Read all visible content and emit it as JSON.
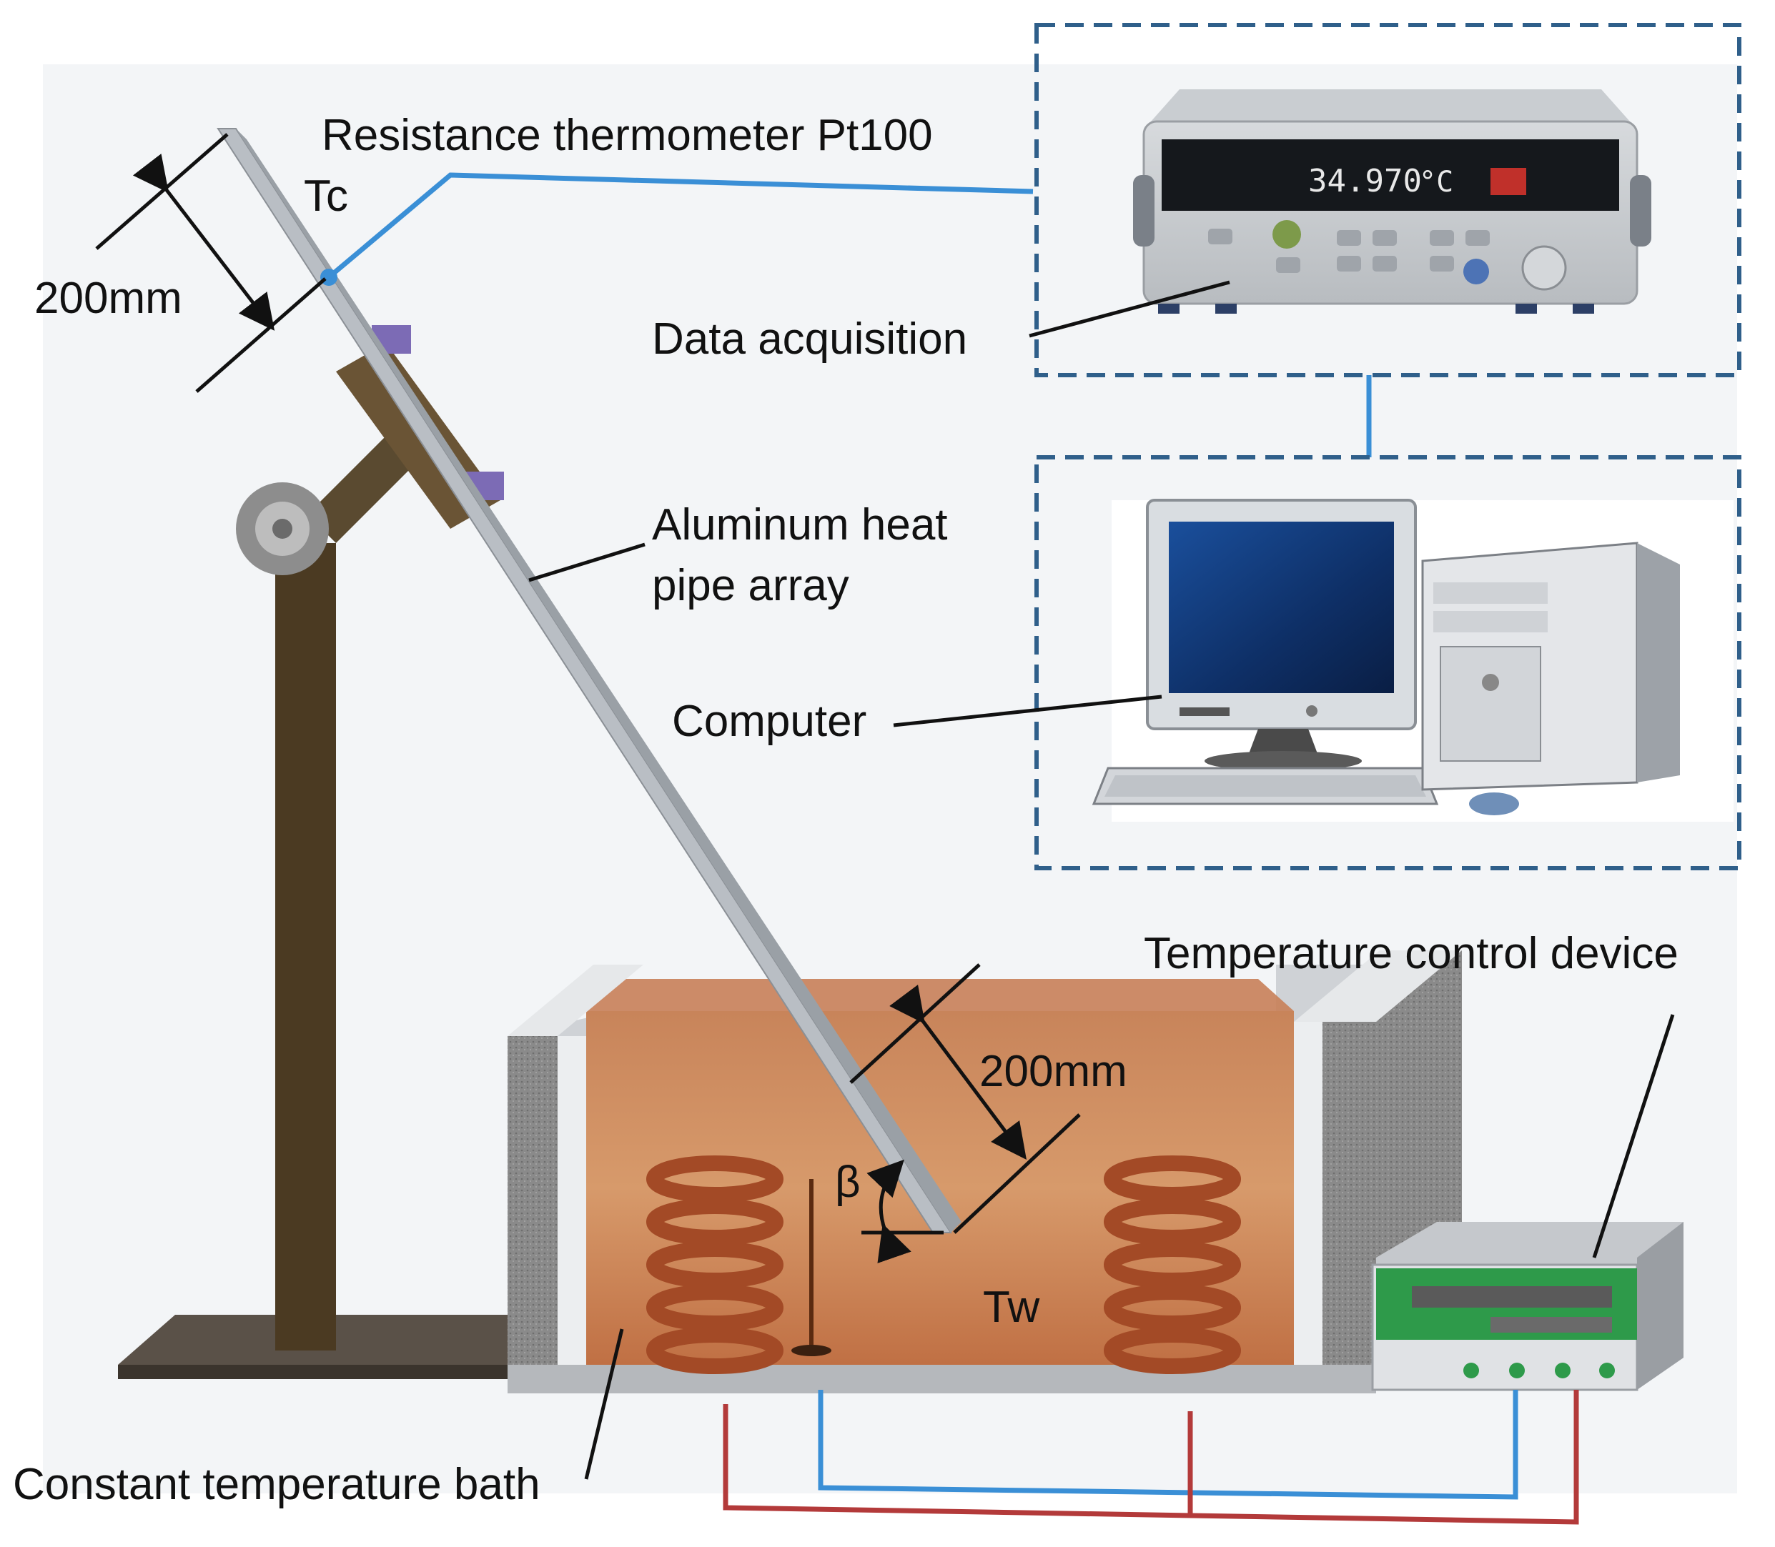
{
  "labels": {
    "thermometer": "Resistance thermometer Pt100",
    "tc": "Tc",
    "length_top": "200mm",
    "data_acquisition": "Data acquisition",
    "heat_pipe_line1": "Aluminum heat",
    "heat_pipe_line2": "pipe array",
    "computer": "Computer",
    "temp_control": "Temperature control device",
    "length_bottom": "200mm",
    "beta": "β",
    "tw": "Tw",
    "bath": "Constant temperature bath"
  },
  "daq_display": {
    "reading": "34.970",
    "unit": "°C"
  },
  "colors": {
    "signal_line": "#3a8fd6",
    "hot_pipe": "#b33a3a",
    "dashed_box": "#2f5f8a",
    "water": "#c97a4a",
    "insulation": "#8f8f8f",
    "stand": "#4b3a22",
    "controller_panel": "#2e9a4a"
  }
}
